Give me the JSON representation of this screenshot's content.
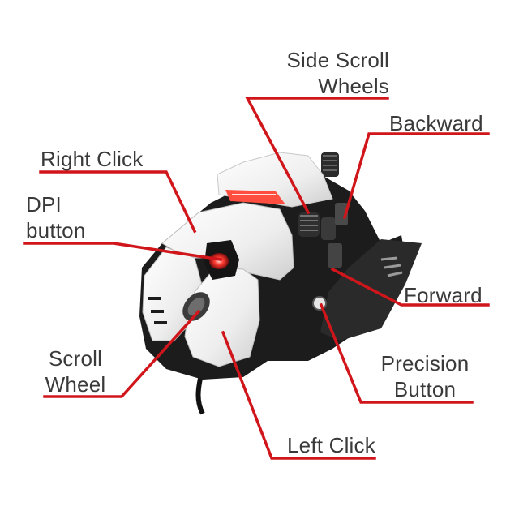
{
  "labels": {
    "side_scroll": {
      "line1": "Side Scroll",
      "line2": "Wheels"
    },
    "backward": "Backward",
    "right_click": "Right Click",
    "dpi": {
      "line1": "DPI",
      "line2": "button"
    },
    "forward": "Forward",
    "scroll_wheel": {
      "line1": "Scroll",
      "line2": "Wheel"
    },
    "precision": {
      "line1": "Precision",
      "line2": "Button"
    },
    "left_click": "Left Click"
  },
  "colors": {
    "leader": "#d0151b",
    "text": "#3a3a3a",
    "shell": "#f4f4f4",
    "body": "#1c1c1c",
    "led": "#ff3b30"
  }
}
